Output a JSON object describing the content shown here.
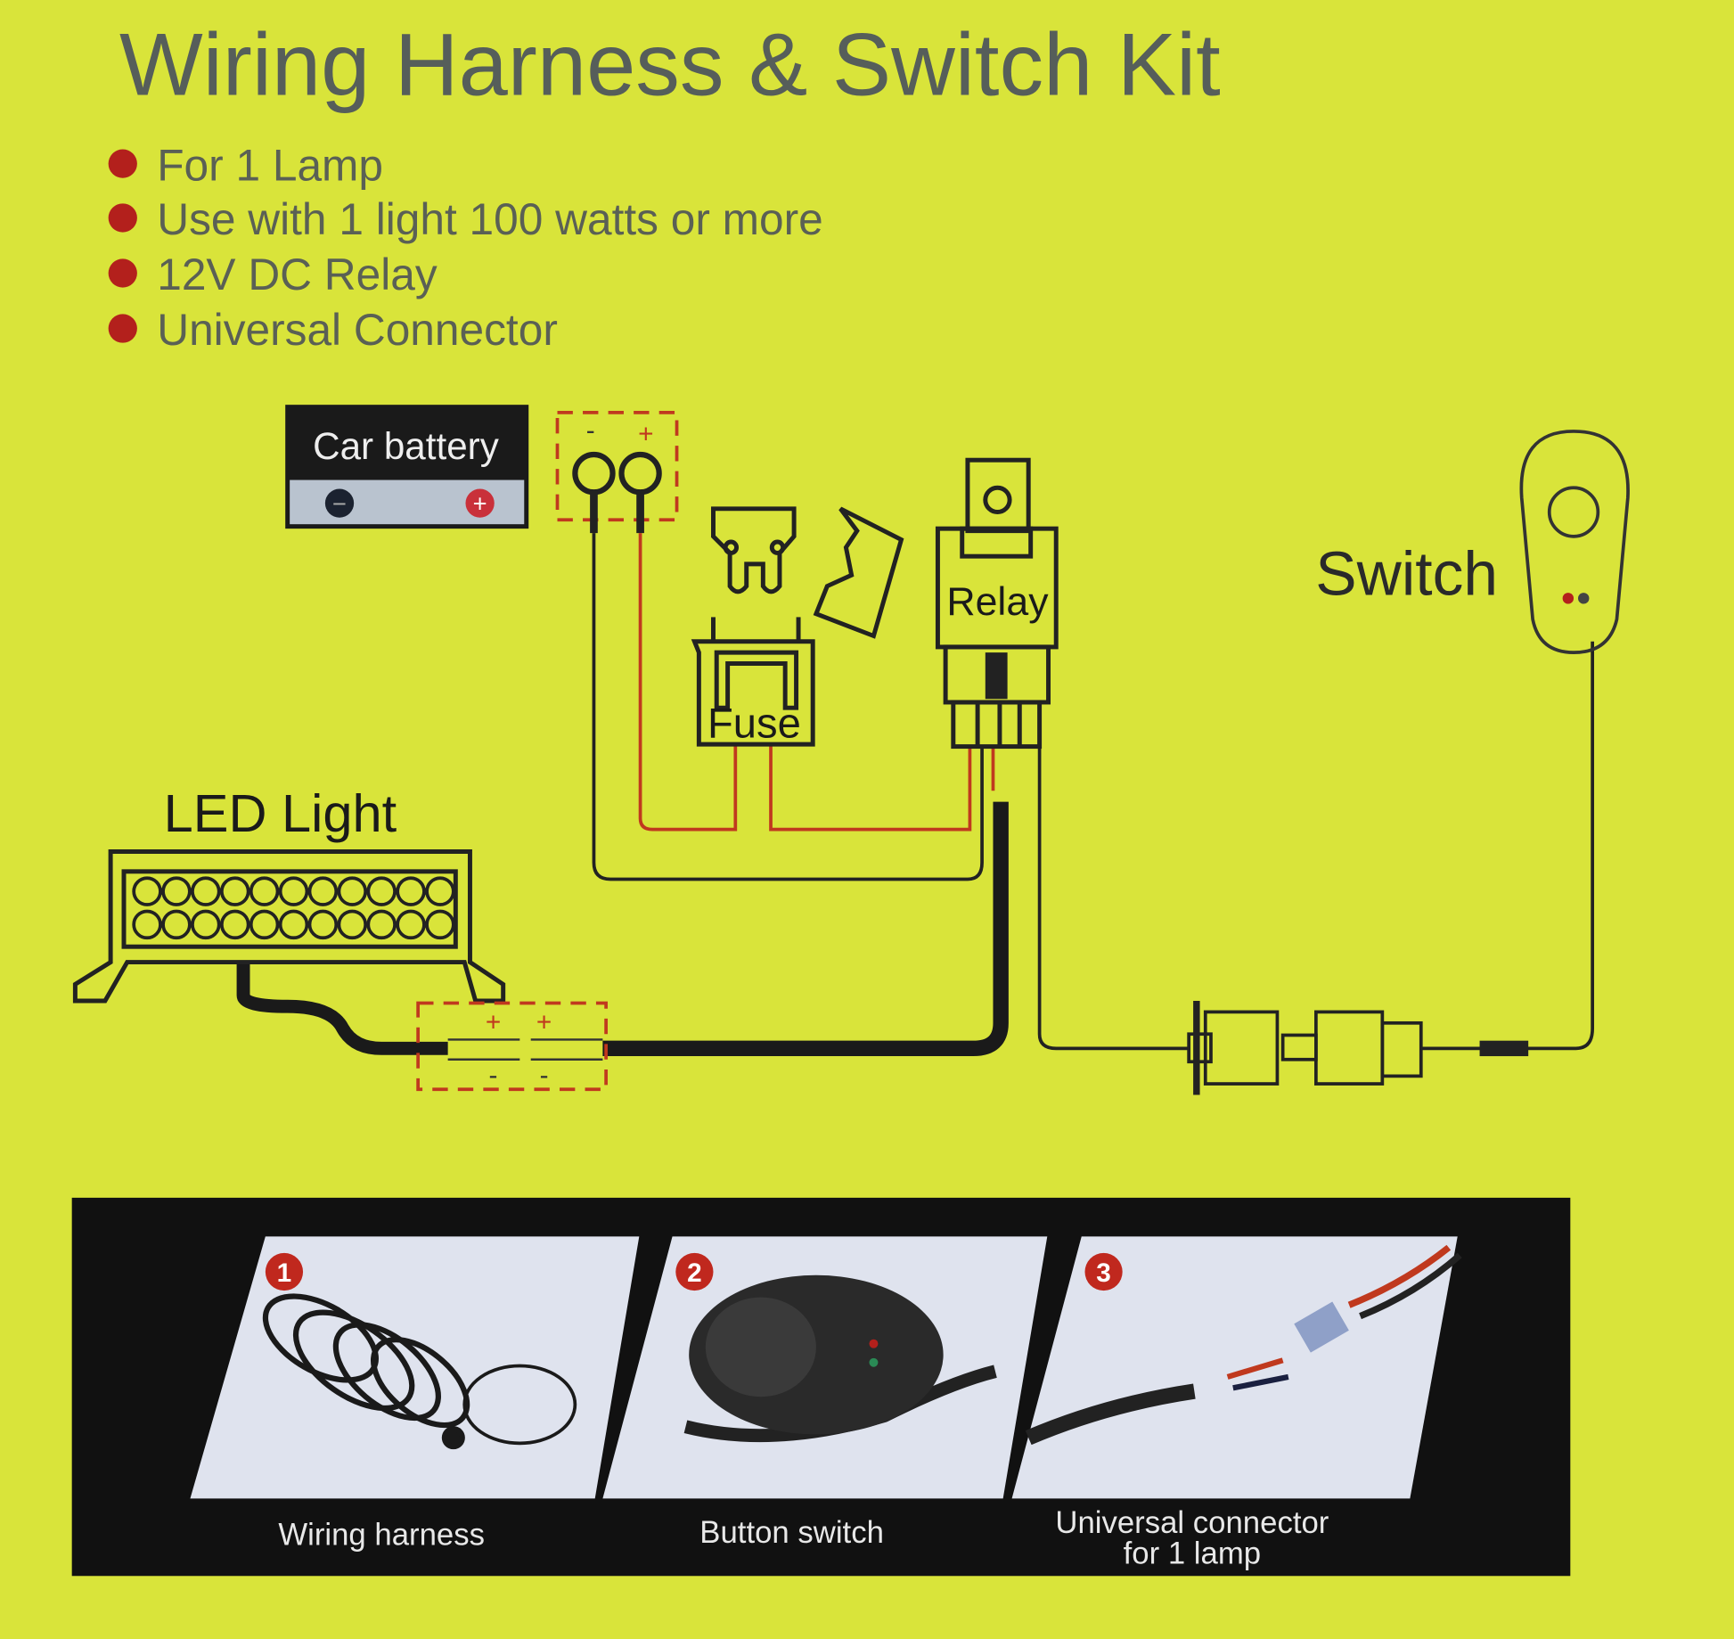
{
  "title": "Wiring Harness & Switch Kit",
  "features": [
    "For 1 Lamp",
    "Use with 1 light 100 watts or more",
    "12V DC Relay",
    "Universal Connector"
  ],
  "diagram": {
    "battery_label": "Car battery",
    "battery_neg": "−",
    "battery_pos": "+",
    "terminal_neg": "-",
    "terminal_pos": "+",
    "fuse_label": "Fuse",
    "relay_label": "Relay",
    "switch_label": "Switch",
    "led_label": "LED  Light",
    "plug_pos_a": "+",
    "plug_pos_b": "+",
    "plug_neg_a": "-",
    "plug_neg_b": "-"
  },
  "products": [
    {
      "number": "1",
      "label": "Wiring harness"
    },
    {
      "number": "2",
      "label": "Button switch"
    },
    {
      "number": "3",
      "label": "Universal connector",
      "label2": "for 1 lamp"
    }
  ],
  "colors": {
    "background": "#d9e43a",
    "text": "#555d55",
    "bullet": "#b3201c",
    "wire_red": "#c0391e",
    "panel": "#111111",
    "card": "#dfe3ee"
  }
}
